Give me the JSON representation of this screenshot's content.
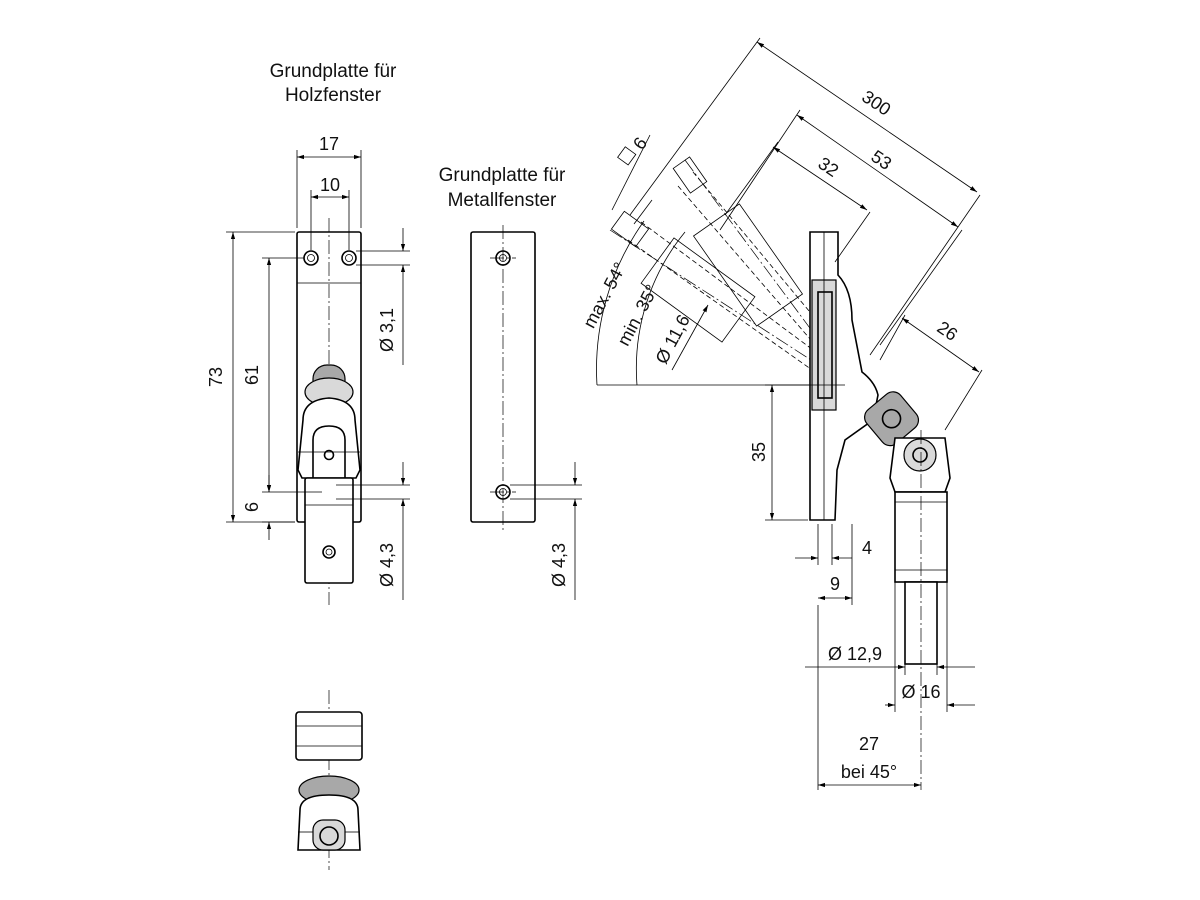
{
  "labels": {
    "wood_line1": "Grundplatte für",
    "wood_line2": "Holzfenster",
    "metal_line1": "Grundplatte für",
    "metal_line2": "Metallfenster"
  },
  "dims": {
    "w17": "17",
    "w10": "10",
    "h73": "73",
    "h61": "61",
    "h6": "6",
    "d31": "Ø 3,1",
    "d43a": "Ø 4,3",
    "d43b": "Ø 4,3",
    "l300": "300",
    "l53": "53",
    "l32": "32",
    "sq6": "6",
    "max54": "max. 54°",
    "min35": "min. 35°",
    "d116": "Ø 11,6",
    "l26": "26",
    "h35": "35",
    "w4": "4",
    "w9": "9",
    "d129": "Ø 12,9",
    "d16": "Ø 16",
    "l27": "27",
    "bei45": "bei 45°"
  }
}
